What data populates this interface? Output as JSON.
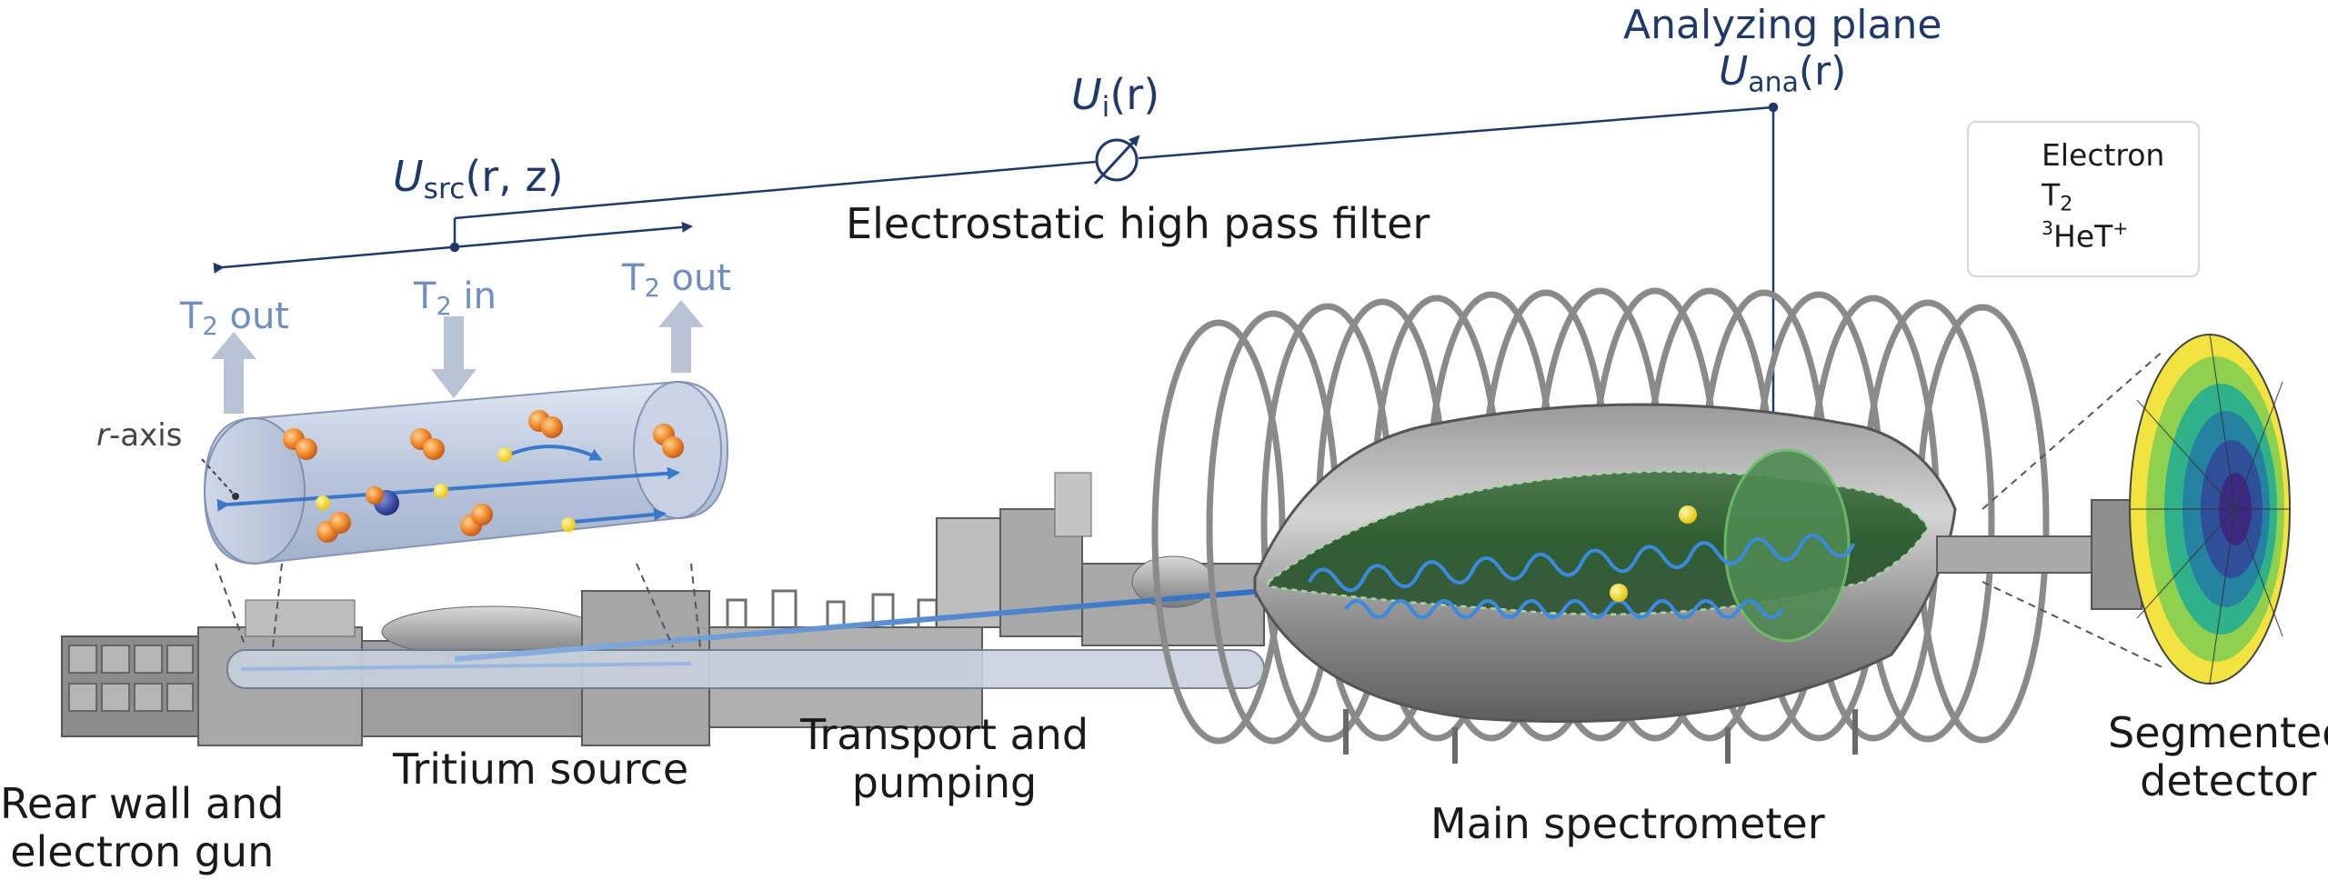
{
  "labels": {
    "analyzing_plane": "Analyzing plane",
    "u_ana": "U",
    "u_ana_sub": "ana",
    "u_ana_arg": "(r)",
    "u_i": "U",
    "u_i_sub": "i",
    "u_i_arg": "(r)",
    "u_src": "U",
    "u_src_sub": "src",
    "u_src_arg": "(r, z)",
    "filter": "Electrostatic high pass filter",
    "t2_in": "T",
    "t2_in_suffix": " in",
    "t2_out": "T",
    "t2_out_suffix": " out",
    "t2_sub": "2",
    "r_axis_r": "r",
    "r_axis_rest": "-axis",
    "rear_wall": "Rear wall and",
    "rear_wall_2": "electron gun",
    "tritium_source": "Tritium source",
    "transport": "Transport and",
    "transport_2": "pumping",
    "main_spectrometer": "Main spectrometer",
    "segmented": "Segmented",
    "segmented_2": "detector"
  },
  "legend": {
    "electron": "Electron",
    "t2": "T",
    "t2_sub": "2",
    "ion_sup": "3",
    "ion_main": "HeT",
    "ion_plus": "+"
  },
  "colors": {
    "navy": "#1f3a68",
    "beam": "#3a78c9",
    "tritium": "#f08a2a",
    "electron": "#f5d21a",
    "ion": "#2a3f9e",
    "spectrometer_green": "#2f6b35"
  }
}
